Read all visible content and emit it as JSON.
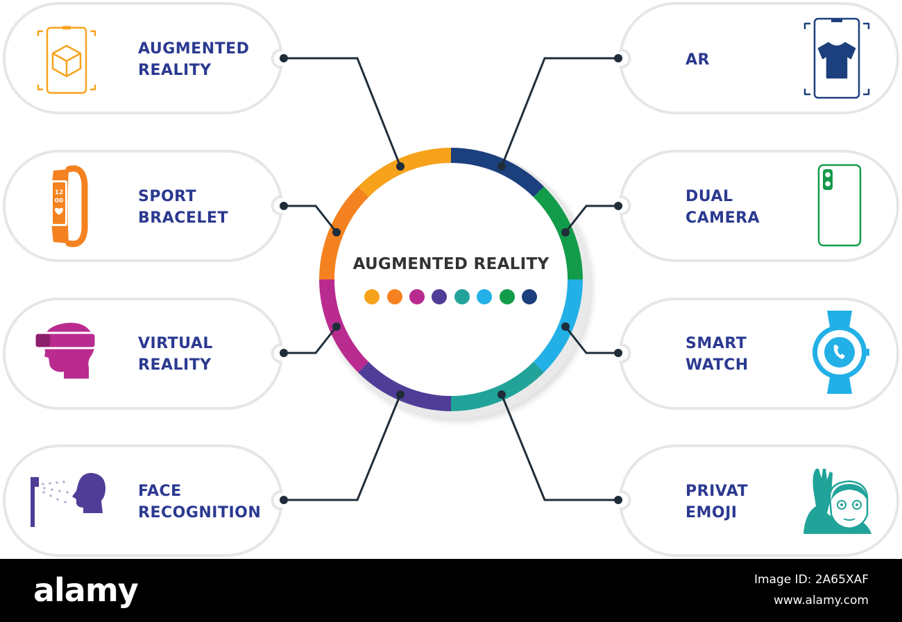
{
  "center": {
    "title": "AUGMENTED REALITY"
  },
  "items": [
    {
      "line1": "AUGMENTED",
      "line2": "REALITY",
      "icon": "ar-cube-phone-icon",
      "color": "#f7a21b"
    },
    {
      "line1": "SPORT",
      "line2": "BRACELET",
      "icon": "fitness-bracelet-icon",
      "color": "#f58220"
    },
    {
      "line1": "VIRTUAL",
      "line2": "REALITY",
      "icon": "vr-headset-head-icon",
      "color": "#b92b8f"
    },
    {
      "line1": "FACE",
      "line2": "RECOGNITION",
      "icon": "face-scan-icon",
      "color": "#503d98"
    },
    {
      "line1": "AR",
      "line2": "",
      "icon": "ar-tshirt-phone-icon",
      "color": "#1c3f7d"
    },
    {
      "line1": "DUAL",
      "line2": "CAMERA",
      "icon": "dual-camera-phone-icon",
      "color": "#129b48"
    },
    {
      "line1": "SMART",
      "line2": "WATCH",
      "icon": "smart-watch-icon",
      "color": "#22b0e6"
    },
    {
      "line1": "PRIVAT",
      "line2": "EMOJI",
      "icon": "waving-person-icon",
      "color": "#21a39a"
    }
  ],
  "palette": [
    "#f7a21b",
    "#f58220",
    "#b92b8f",
    "#503d98",
    "#21a39a",
    "#22b0e6",
    "#129b48",
    "#1c3f7d"
  ],
  "colors": {
    "label": "#2b3990",
    "connector": "#1f2d3a",
    "pill_outline": "#e6e6e6",
    "center_title": "#333333"
  },
  "footer": {
    "brand": "alamy",
    "image_id": "Image ID: 2A65XAF",
    "site": "www.alamy.com"
  }
}
